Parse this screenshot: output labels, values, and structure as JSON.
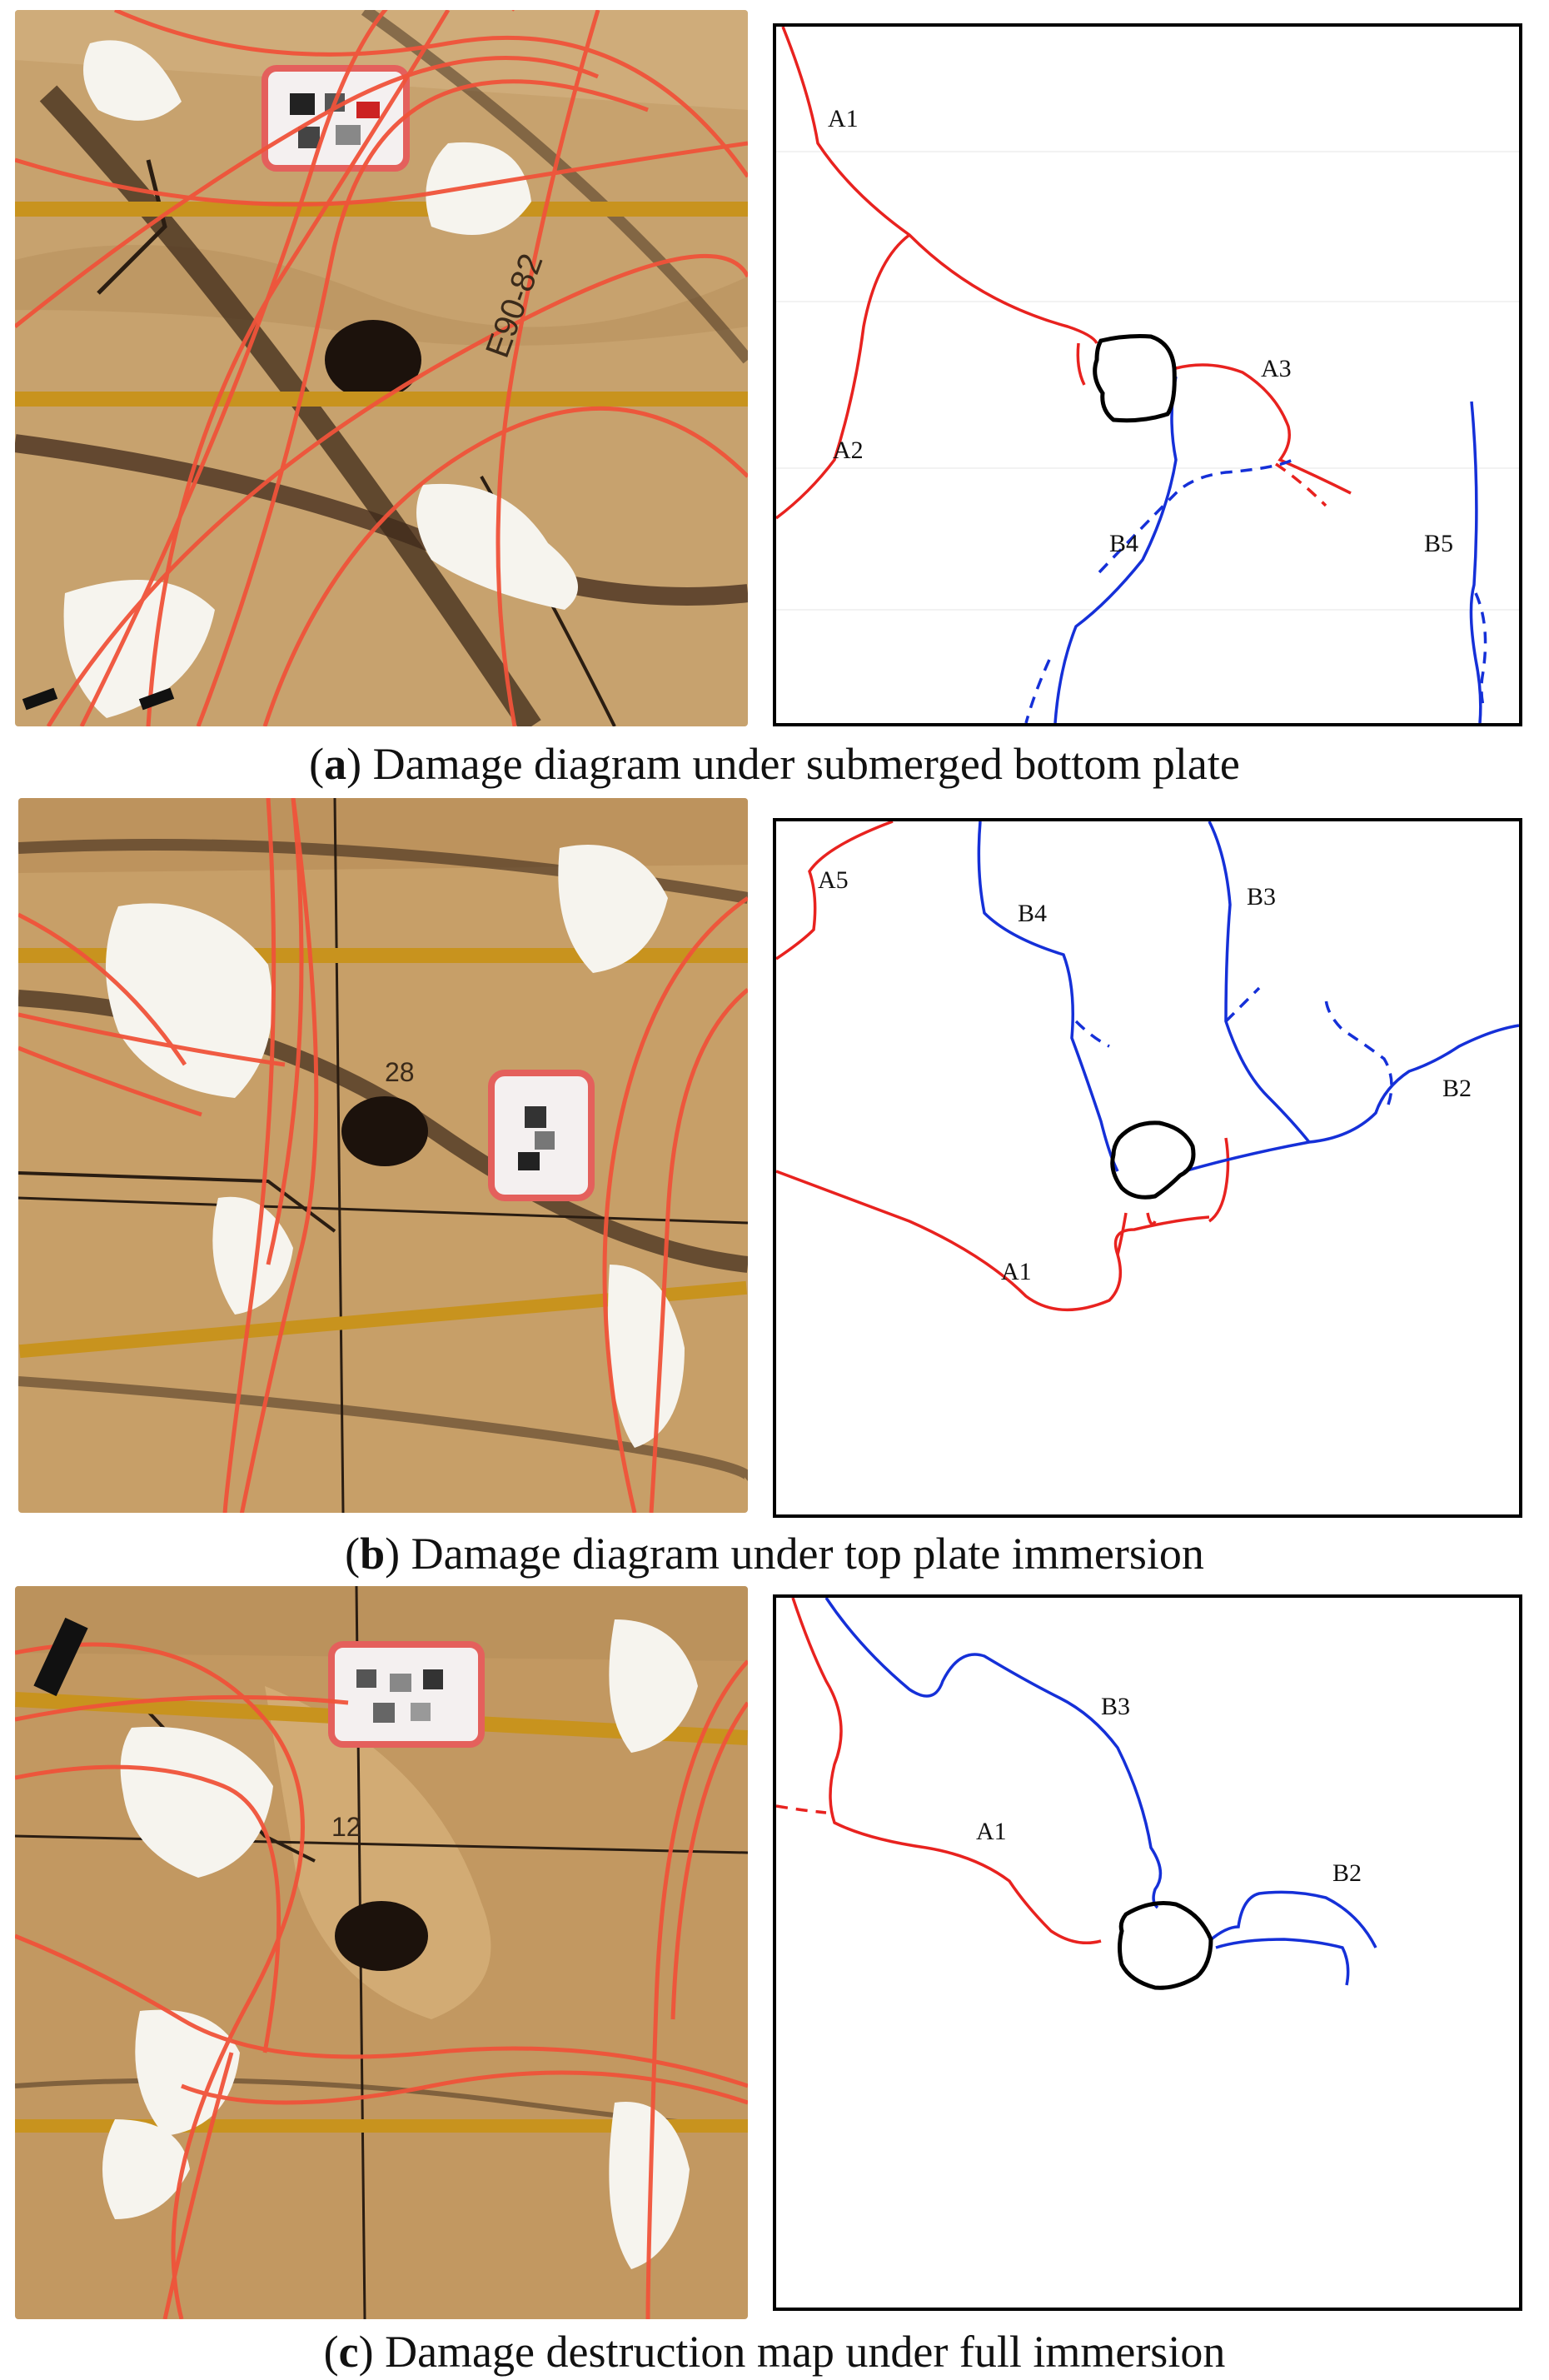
{
  "panels": [
    {
      "id": "a",
      "caption_prefix": "(",
      "caption_letter": "a",
      "caption_suffix": ") Damage diagram under submerged bottom plate",
      "crack_labels": [
        "A1",
        "A2",
        "A3",
        "B4",
        "B5"
      ],
      "photo_marks": [
        "E90-82"
      ]
    },
    {
      "id": "b",
      "caption_prefix": "(",
      "caption_letter": "b",
      "caption_suffix": ") Damage diagram under top plate immersion",
      "crack_labels": [
        "A5",
        "B4",
        "B3",
        "B2",
        "A1"
      ],
      "photo_marks": [
        "28"
      ]
    },
    {
      "id": "c",
      "caption_prefix": "(",
      "caption_letter": "c",
      "caption_suffix": ") Damage destruction map under full immersion",
      "crack_labels": [
        "B3",
        "A1",
        "B2"
      ],
      "photo_marks": [
        "12"
      ]
    }
  ],
  "colors": {
    "tensile_crack": "#e8221f",
    "shear_crack": "#1530d8",
    "hole_outline": "#000000",
    "sandstone": "#c9a068",
    "wire": "#f0533a",
    "strap": "#d8a21c",
    "glue": "#f4f1ea"
  }
}
